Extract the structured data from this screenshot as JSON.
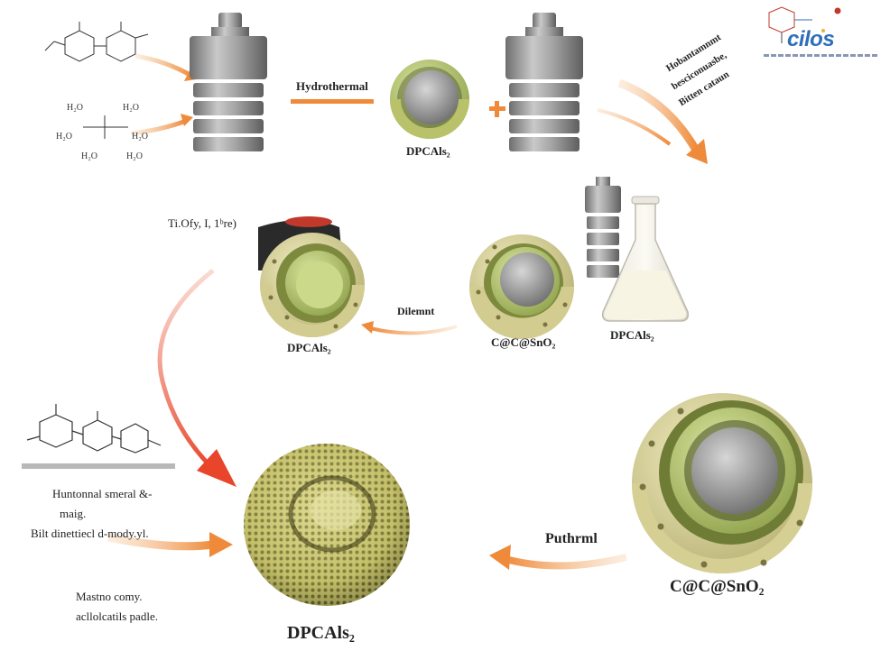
{
  "labels": {
    "hydrothermal": "Hydrothermal",
    "dpcals_top": "DPCAls₂",
    "step_right": [
      "Hobantamnmt",
      "besciconuasbe,",
      "Bitten cataun"
    ],
    "tiofy": "Ti.Ofy, I, 1ᵇre)",
    "dpcals_left": "DPCAls₂",
    "dilemnt": "Dilemnt",
    "ccsno2_mid": "C@C@SnO₂",
    "dpcals_flask": "DPCAls₂",
    "left_note_1": "Huntonnal smeral &-",
    "left_note_2": "maig.",
    "left_note_3": "Bilt dinettiecl d-mody.yl.",
    "left_note_4": "Mastno comy.",
    "left_note_5": "acllolcatils padle.",
    "dpcals_bottom": "DPCAls₂",
    "puthrml": "Puthrml",
    "ccsno2_bottom": "C@C@SnO₂",
    "h2o": "H₂O"
  },
  "logo": {
    "text": "cilos"
  },
  "colors": {
    "arrow_orange": "#ef8a3a",
    "arrow_red": "#e8452a",
    "shell_outer": "#d8d39a",
    "shell_inner_green": "#b4c870",
    "core_gray": "#9a9a9a",
    "autoclave_gray": "#8c8c8c",
    "logo_blue": "#2f6fb8"
  }
}
